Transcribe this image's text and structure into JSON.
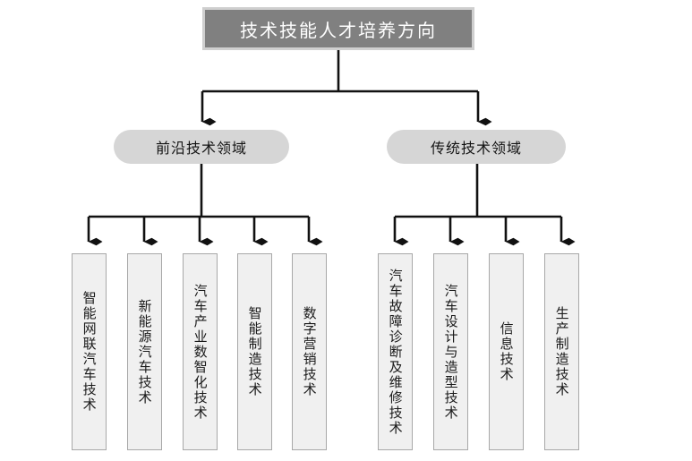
{
  "diagram": {
    "title": "技术技能人才培养方向",
    "colors": {
      "root_fill": "#808080",
      "root_text": "#ffffff",
      "root_border": "#cfcfcf",
      "category_fill": "#d6d6d6",
      "leaf_fill": "#f0f0f0",
      "leaf_border": "#a8a8a8",
      "connector": "#111111",
      "background": "#ffffff"
    },
    "root": {
      "label": "技术技能人才培养方向"
    },
    "categories": [
      {
        "label": "前沿技术领域"
      },
      {
        "label": "传统技术领域"
      }
    ],
    "leaves_left": [
      {
        "label": "智能网联汽车技术"
      },
      {
        "label": "新能源汽车技术"
      },
      {
        "label": "汽车产业数智化技术"
      },
      {
        "label": "智能制造技术"
      },
      {
        "label": "数字营销技术"
      }
    ],
    "leaves_right": [
      {
        "label": "汽车故障诊断及维修技术"
      },
      {
        "label": "汽车设计与造型技术"
      },
      {
        "label": "信息技术"
      },
      {
        "label": "生产制造技术"
      }
    ]
  }
}
